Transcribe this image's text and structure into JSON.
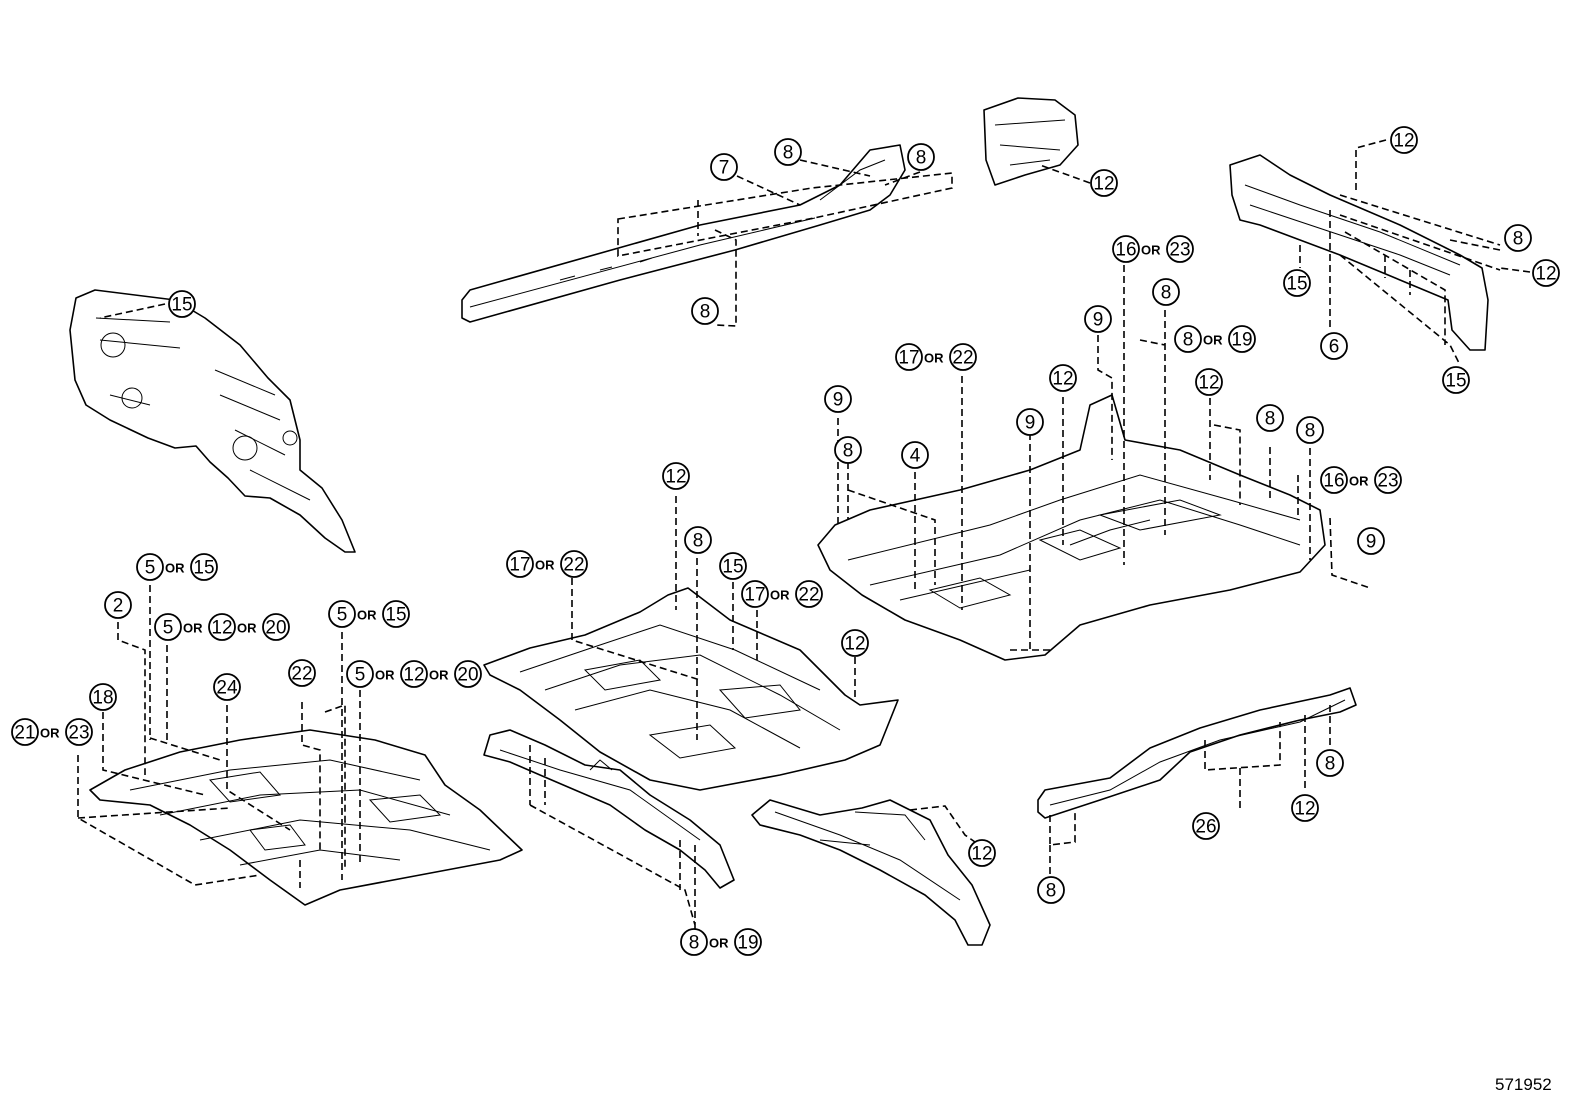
{
  "diagram": {
    "reference_code": "571952",
    "connector_text": "OR",
    "callouts": [
      {
        "id": "c1",
        "labels": [
          "15"
        ]
      },
      {
        "id": "c2",
        "labels": [
          "7"
        ]
      },
      {
        "id": "c3",
        "labels": [
          "8"
        ]
      },
      {
        "id": "c4",
        "labels": [
          "8"
        ]
      },
      {
        "id": "c5",
        "labels": [
          "8"
        ]
      },
      {
        "id": "c6",
        "labels": [
          "12"
        ]
      },
      {
        "id": "c7",
        "labels": [
          "12"
        ]
      },
      {
        "id": "c8",
        "labels": [
          "8"
        ]
      },
      {
        "id": "c9",
        "labels": [
          "12"
        ]
      },
      {
        "id": "c10",
        "labels": [
          "15"
        ]
      },
      {
        "id": "c11",
        "labels": [
          "6"
        ]
      },
      {
        "id": "c12",
        "labels": [
          "15"
        ]
      },
      {
        "id": "c13",
        "labels": [
          "16",
          "23"
        ]
      },
      {
        "id": "c14",
        "labels": [
          "8"
        ]
      },
      {
        "id": "c15",
        "labels": [
          "9"
        ]
      },
      {
        "id": "c16",
        "labels": [
          "8",
          "19"
        ]
      },
      {
        "id": "c17",
        "labels": [
          "17",
          "22"
        ]
      },
      {
        "id": "c18",
        "labels": [
          "12"
        ]
      },
      {
        "id": "c19",
        "labels": [
          "12"
        ]
      },
      {
        "id": "c20",
        "labels": [
          "9"
        ]
      },
      {
        "id": "c21",
        "labels": [
          "8"
        ]
      },
      {
        "id": "c22",
        "labels": [
          "4"
        ]
      },
      {
        "id": "c23",
        "labels": [
          "9"
        ]
      },
      {
        "id": "c24",
        "labels": [
          "8"
        ]
      },
      {
        "id": "c25",
        "labels": [
          "8"
        ]
      },
      {
        "id": "c26",
        "labels": [
          "16",
          "23"
        ]
      },
      {
        "id": "c27",
        "labels": [
          "9"
        ]
      },
      {
        "id": "c28",
        "labels": [
          "12"
        ]
      },
      {
        "id": "c29",
        "labels": [
          "8"
        ]
      },
      {
        "id": "c30",
        "labels": [
          "17",
          "22"
        ]
      },
      {
        "id": "c31",
        "labels": [
          "15"
        ]
      },
      {
        "id": "c32",
        "labels": [
          "17",
          "22"
        ]
      },
      {
        "id": "c33",
        "labels": [
          "12"
        ]
      },
      {
        "id": "c34",
        "labels": [
          "5",
          "15"
        ]
      },
      {
        "id": "c35",
        "labels": [
          "2"
        ]
      },
      {
        "id": "c36",
        "labels": [
          "5",
          "12",
          "20"
        ]
      },
      {
        "id": "c37",
        "labels": [
          "5",
          "15"
        ]
      },
      {
        "id": "c38",
        "labels": [
          "18"
        ]
      },
      {
        "id": "c39",
        "labels": [
          "24"
        ]
      },
      {
        "id": "c40",
        "labels": [
          "22"
        ]
      },
      {
        "id": "c41",
        "labels": [
          "5",
          "12",
          "20"
        ]
      },
      {
        "id": "c42",
        "labels": [
          "21",
          "23"
        ]
      },
      {
        "id": "c43",
        "labels": [
          "8",
          "19"
        ]
      },
      {
        "id": "c44",
        "labels": [
          "12"
        ]
      },
      {
        "id": "c45",
        "labels": [
          "8"
        ]
      },
      {
        "id": "c46",
        "labels": [
          "26"
        ]
      },
      {
        "id": "c47",
        "labels": [
          "12"
        ]
      },
      {
        "id": "c48",
        "labels": [
          "8"
        ]
      }
    ]
  }
}
